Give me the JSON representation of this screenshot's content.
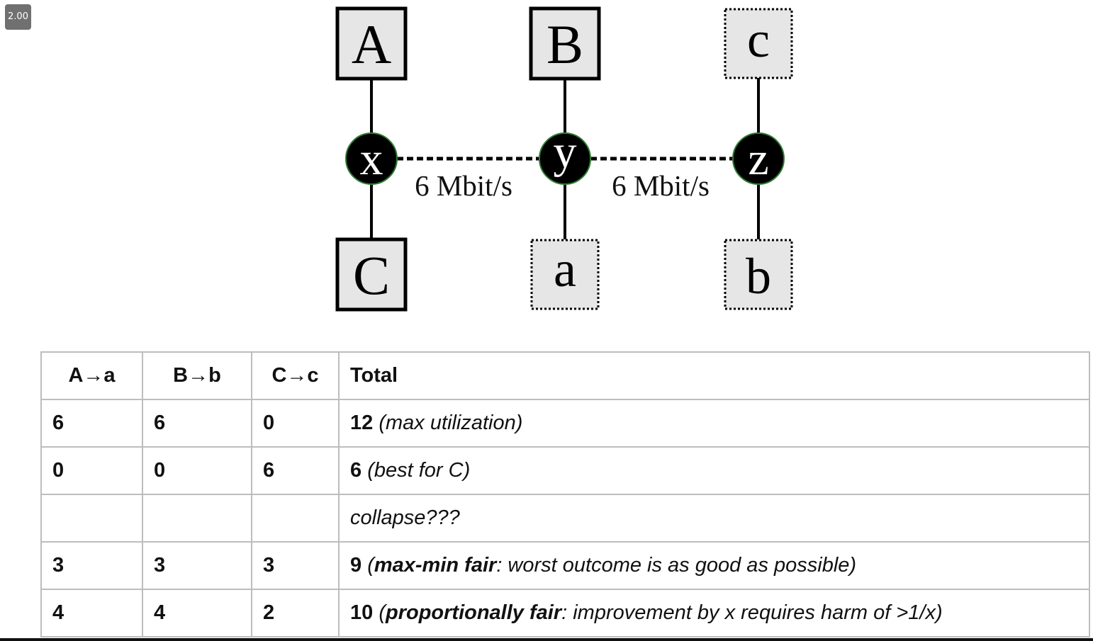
{
  "zoom_badge": "2.00",
  "diagram": {
    "hosts": {
      "A": "A",
      "B": "B",
      "c_top": "c",
      "C": "C",
      "a": "a",
      "b": "b"
    },
    "routers": {
      "x": "x",
      "y": "y",
      "z": "z"
    },
    "links": {
      "xy_label": "6 Mbit/s",
      "yz_label": "6 Mbit/s"
    }
  },
  "table": {
    "headers": [
      "A→a",
      "B→b",
      "C→c",
      "Total"
    ],
    "rows": [
      {
        "a": "6",
        "b": "6",
        "c": "0",
        "total_num": "12",
        "total_pre": " (",
        "total_bold": "",
        "total_note": "max utilization",
        "total_post": ")"
      },
      {
        "a": "0",
        "b": "0",
        "c": "6",
        "total_num": "6",
        "total_pre": " (",
        "total_bold": "",
        "total_note": "best for C",
        "total_post": ")"
      },
      {
        "a": "",
        "b": "",
        "c": "",
        "total_num": "",
        "total_pre": "",
        "total_bold": "",
        "total_note": "collapse???",
        "total_post": ""
      },
      {
        "a": "3",
        "b": "3",
        "c": "3",
        "total_num": "9",
        "total_pre": " (",
        "total_bold": "max-min fair",
        "total_note": ": worst outcome is as good as possible",
        "total_post": ")"
      },
      {
        "a": "4",
        "b": "4",
        "c": "2",
        "total_num": "10",
        "total_pre": " (",
        "total_bold": "proportionally fair",
        "total_note": ": improvement by x requires harm of >1/x",
        "total_post": ")"
      }
    ]
  },
  "colors": {
    "host_fill": "#e6e6e6",
    "router_fill": "#000000",
    "router_ring": "#2e7d32",
    "table_border": "#bdbdbd"
  }
}
